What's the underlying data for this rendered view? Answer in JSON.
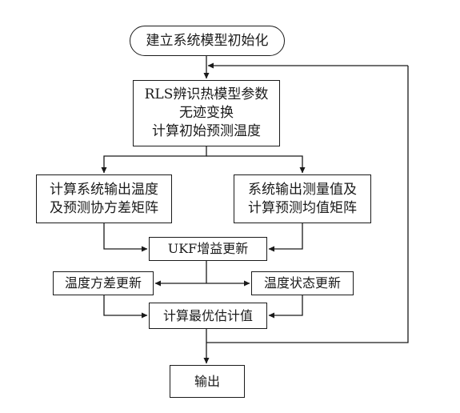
{
  "flowchart": {
    "start": "建立系统模型初始化",
    "init_block": [
      "RLS辨识热模型参数",
      "无迹变换",
      "计算初始预测温度"
    ],
    "left_predict": [
      "计算系统输出温度",
      "及预测协方差矩阵"
    ],
    "right_predict": [
      "系统输出测量值及",
      "计算预测均值矩阵"
    ],
    "gain_update": "UKF增益更新",
    "variance_update": "温度方差更新",
    "state_update": "温度状态更新",
    "optimal_estimate": "计算最优估计值",
    "output": "输出"
  },
  "colors": {
    "stroke": "#1a1a1a",
    "background": "#ffffff"
  }
}
